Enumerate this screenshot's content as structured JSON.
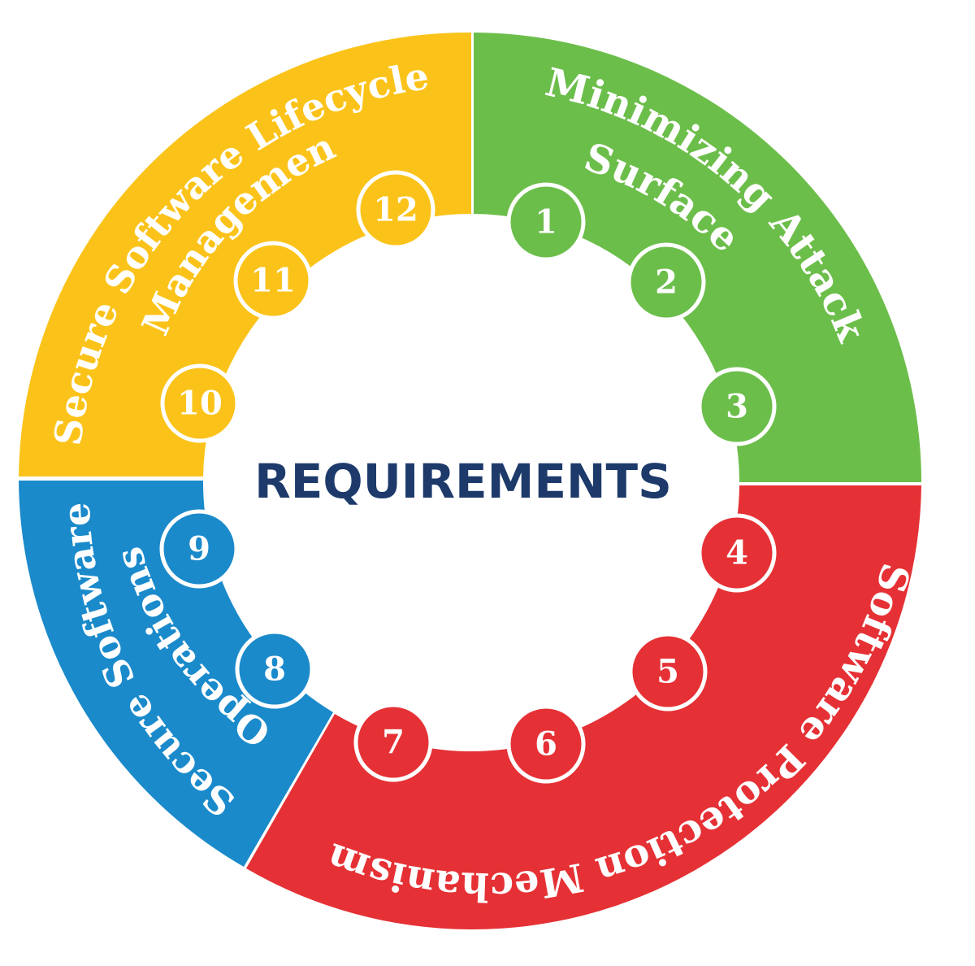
{
  "center_title": "REQUIREMENTS",
  "colors": {
    "green": "#6cbe4b",
    "red": "#e53135",
    "blue": "#1a8acb",
    "yellow": "#fbc31a",
    "title": "#1d3a6b"
  },
  "segments": [
    {
      "key": "green",
      "lines": [
        "Minimizing Attack",
        "Surface"
      ],
      "numbers": [
        "1",
        "2",
        "3"
      ]
    },
    {
      "key": "red",
      "lines": [
        "Software Protection Mechanism"
      ],
      "numbers": [
        "4",
        "5",
        "6",
        "7"
      ]
    },
    {
      "key": "blue",
      "lines": [
        "Secure Software",
        "Operations"
      ],
      "numbers": [
        "8",
        "9"
      ]
    },
    {
      "key": "yellow",
      "lines": [
        "Secure Software Lifecycle",
        "Management"
      ],
      "numbers": [
        "10",
        "11",
        "12"
      ]
    }
  ]
}
